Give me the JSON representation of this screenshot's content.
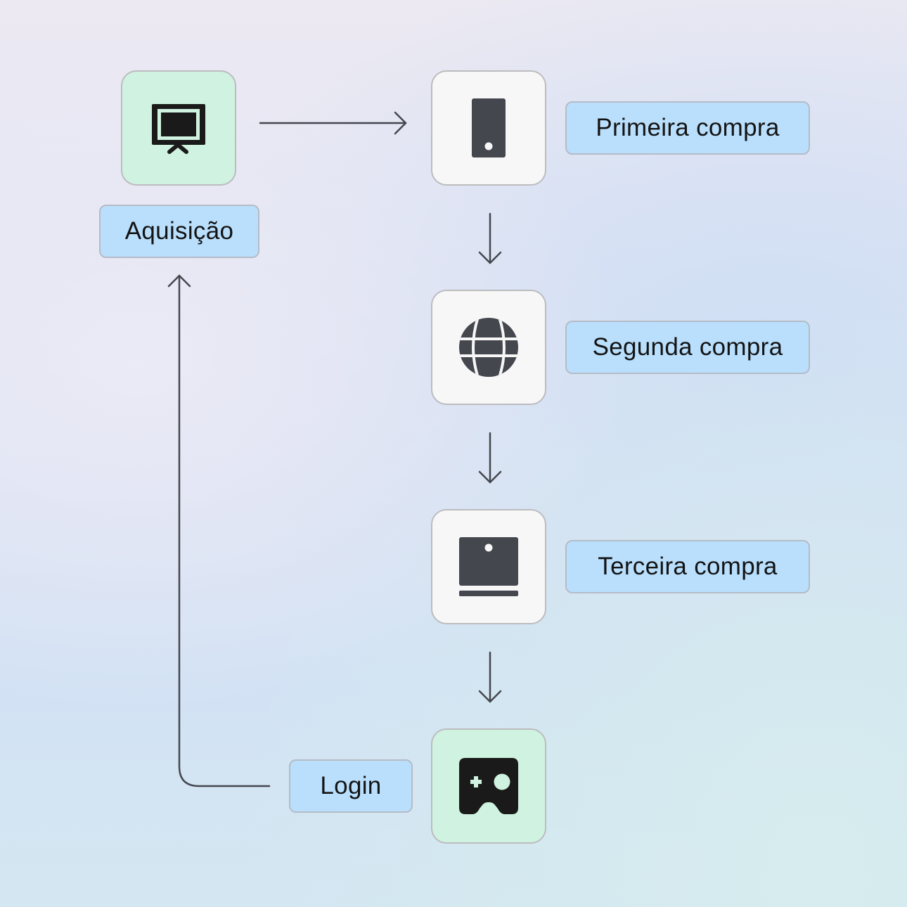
{
  "diagram": {
    "nodes": [
      {
        "id": "acquisition",
        "icon": "presentation-board-icon",
        "style": "green",
        "label": "Aquisição"
      },
      {
        "id": "first-purchase",
        "icon": "smartphone-icon",
        "style": "white",
        "label": "Primeira compra"
      },
      {
        "id": "second-purchase",
        "icon": "globe-icon",
        "style": "white",
        "label": "Segunda compra"
      },
      {
        "id": "third-purchase",
        "icon": "laptop-icon",
        "style": "white",
        "label": "Terceira compra"
      },
      {
        "id": "login",
        "icon": "game-controller-icon",
        "style": "green",
        "label": "Login"
      }
    ],
    "edges": [
      {
        "from": "acquisition",
        "to": "first-purchase"
      },
      {
        "from": "first-purchase",
        "to": "second-purchase"
      },
      {
        "from": "second-purchase",
        "to": "third-purchase"
      },
      {
        "from": "third-purchase",
        "to": "login"
      },
      {
        "from": "login",
        "to": "acquisition"
      }
    ],
    "colors": {
      "green_node": "#cff3e0",
      "white_node": "#f7f7f8",
      "label_bg": "#b9dffd",
      "icon_dark": "#1a1a1a",
      "icon_gray": "#45474e",
      "arrow": "#45474e"
    }
  }
}
